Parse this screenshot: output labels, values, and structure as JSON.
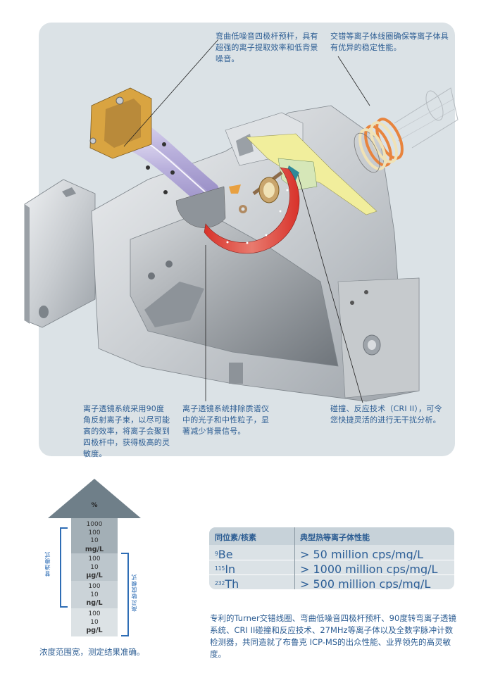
{
  "illustration": {
    "subject": "ICP-MS ion optics cutaway: Turner interlaced coil, curved low-noise quadrupole pre-filter, 90-degree ion mirror, CRI II collision/reaction interface",
    "colors": {
      "panel_bg": "#dbe2e6",
      "text_blue": "#2c5d93",
      "quadrupole_lavender": "#b9b0dc",
      "clamp_gold": "#d9a441",
      "mirror_red": "#d8322a",
      "coil_orange": "#e8843d",
      "coil_cream": "#f0e2b6",
      "metal_gray": "#c9cdd1",
      "cone_yellow": "#f1ee9c"
    }
  },
  "callouts": {
    "quadrupole": "弯曲低噪音四极杆预杆，具有超强的离子提取效率和低背景噪音。",
    "coil": "交错等离子体线圈确保等离子体具有优异的稳定性能。",
    "ion_mirror": "离子透镜系统采用90度角反射离子束，以尽可能高的效率，将离子会聚到四极杆中，获得极高的灵敏度。",
    "neutral_removal": "离子透镜系统排除质谱仪中的光子和中性粒子，显著减少背景信号。",
    "cri": "碰撞、反应技术（CRI II），可令您快捷灵活的进行无干扰分析。"
  },
  "concentration": {
    "top_label": "%",
    "blocks": [
      {
        "values": [
          "1000",
          "100",
          "10"
        ],
        "unit": "mg/L"
      },
      {
        "values": [
          "100",
          "10"
        ],
        "unit": "μg/L"
      },
      {
        "values": [
          "100",
          "10"
        ],
        "unit": "ng/L"
      },
      {
        "values": [
          "100",
          "10"
        ],
        "unit": "pg/L"
      }
    ],
    "standard_mode_label": "普通模式",
    "high_sensitivity_mode_label": "高灵敏度模式",
    "caption": "浓度范围宽，测定结果准确。"
  },
  "table": {
    "headers": [
      "同位素/核素",
      "典型热等离子体性能"
    ],
    "rows": [
      {
        "mass": "9",
        "element": "Be",
        "performance": "> 50 million cps/mg/L"
      },
      {
        "mass": "115",
        "element": "In",
        "performance": "> 1000 million cps/mg/L"
      },
      {
        "mass": "232",
        "element": "Th",
        "performance": "> 500 million cps/mg/L"
      }
    ]
  },
  "summary": "专利的Turner交错线圈、弯曲低噪音四极杆预杆、90度转弯离子透镜系统、CRI II碰撞和反应技术、27MHz等离子体以及全数字脉冲计数检测器，共同造就了布鲁克 ICP-MS的出众性能、业界领先的高灵敏度。"
}
